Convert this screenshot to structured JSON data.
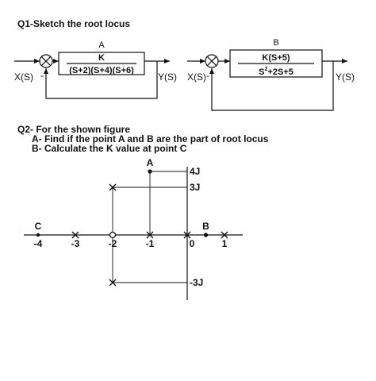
{
  "q1": {
    "title": "Q1-Sketch the root locus",
    "diagram_a": {
      "label": "A",
      "numerator": "K",
      "denominator": "(S+2)(S+4)(S+6)",
      "input": "X(S)",
      "output": "Y(S)",
      "feedback_sign": "-"
    },
    "diagram_b": {
      "label": "B",
      "numerator": "K(S+5)",
      "denominator_base": "S",
      "denominator_exp": "2",
      "denominator_rest": "+2S+5",
      "input": "X(S)",
      "output": "Y(S)",
      "feedback_sign": "-"
    }
  },
  "q2": {
    "title": "Q2- For the shown figure",
    "item_a": "A- Find if the point A and B are the part of root locus",
    "item_b": "B- Calculate the K value at point C"
  },
  "s_plane": {
    "x_ticks": [
      "-4",
      "-3",
      "-2",
      "-1",
      "0",
      "1"
    ],
    "y_ticks": [
      "4J",
      "3J",
      "-3J"
    ],
    "points": [
      {
        "label": "A",
        "x": -1,
        "y": 4
      },
      {
        "label": "B",
        "x": 0.5,
        "y": 0
      },
      {
        "label": "C",
        "x": -4,
        "y": 0
      }
    ],
    "poles": [
      {
        "x": -2,
        "y": 3
      },
      {
        "x": -2,
        "y": -3
      },
      {
        "x": -3,
        "y": 0
      },
      {
        "x": -1,
        "y": 0
      },
      {
        "x": 0,
        "y": 0
      },
      {
        "x": 1,
        "y": 0
      }
    ],
    "zeros": [
      {
        "x": -2,
        "y": 0
      }
    ]
  }
}
